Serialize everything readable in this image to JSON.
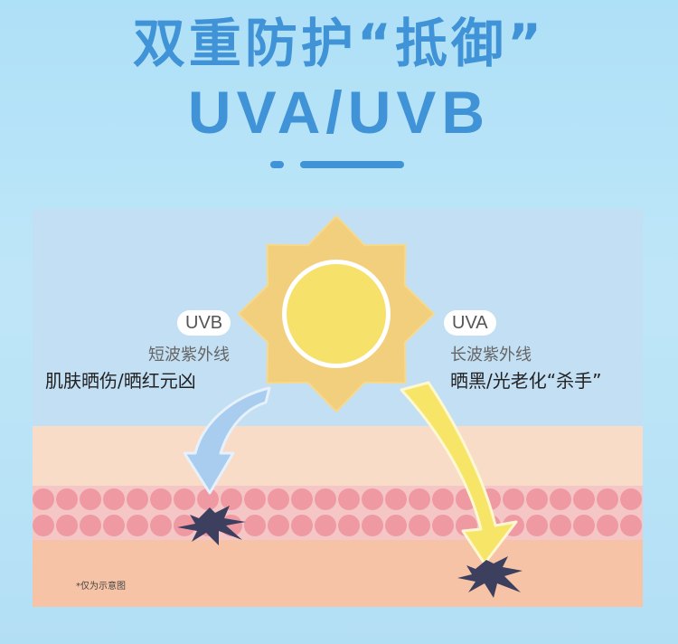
{
  "heading": {
    "line1": "双重防护“抵御”",
    "line2": "UVA/UVB"
  },
  "colors": {
    "heading": "#3f93d6",
    "sky": "#c3dff3",
    "sun_rays": "#f2cf7c",
    "sun_core": "#f6e16a",
    "skin_top": "#f8dcc7",
    "cell_band": "#f5c6c6",
    "cell": "#ef9aa3",
    "skin_deep": "#f7c3a6",
    "uvb_arrow": "#a8cdef",
    "uva_arrow": "#f6e566"
  },
  "uvb": {
    "tag": "UVB",
    "subtitle": "短波紫外线",
    "effect": "肌肤晒伤/晒红元凶"
  },
  "uva": {
    "tag": "UVA",
    "subtitle": "长波紫外线",
    "effect": "晒黑/光老化“杀手”"
  },
  "note": "*仅为示意图"
}
